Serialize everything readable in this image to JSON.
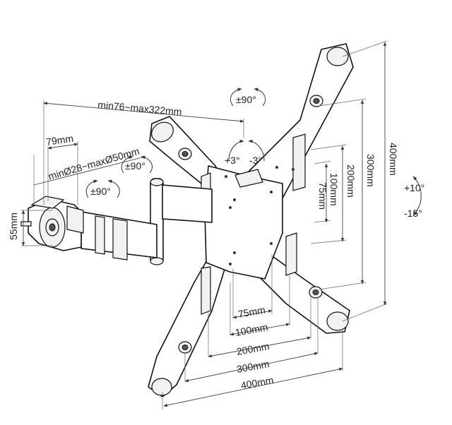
{
  "labels": {
    "arm_length": "min76~max322mm",
    "clamp_offset": "79mm",
    "clamp_diameter": "minØ28~maxØ50mm",
    "clamp_height": "55mm",
    "swivel_top": "±90°",
    "swivel_mid": "±90°",
    "swivel_clamp": "±90°",
    "rotate_plus": "+3°",
    "rotate_minus": "-3°",
    "tilt_up": "+10°",
    "tilt_down": "-15°",
    "v75": "75mm",
    "v100": "100mm",
    "v200": "200mm",
    "v300": "300mm",
    "v400": "400mm",
    "h75": "75mm",
    "h100": "100mm",
    "h200": "200mm",
    "h300": "300mm",
    "h400": "400mm"
  },
  "colors": {
    "line": "#111111",
    "dimension": "#444444",
    "fill": "#ffffff"
  }
}
